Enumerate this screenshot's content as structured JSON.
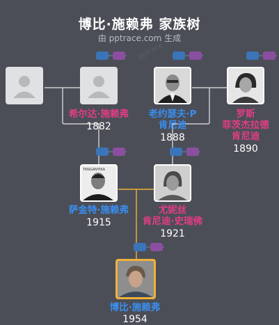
{
  "header": {
    "title": "博比·施赖弗 家族树",
    "subtitle": "由 pptrace.com 生成",
    "watermark": "pptrace"
  },
  "colors": {
    "female": "#e23d86",
    "male": "#3a8ef0",
    "focus_border": "#f0b23a",
    "background": "#4b4e56"
  },
  "people": {
    "p1": {
      "name": [
        ""
      ],
      "year": "",
      "photo": "placeholder-avatar-icon"
    },
    "p2": {
      "name": [
        "希尔达·施赖弗"
      ],
      "year": "1882",
      "photo": "placeholder-avatar-icon"
    },
    "p3": {
      "name": [
        "老约瑟夫·P",
        "肯尼迪"
      ],
      "year": "1888",
      "photo": "portrait-photo"
    },
    "p4": {
      "name": [
        "罗斯",
        "菲茨杰拉德",
        "肯尼迪"
      ],
      "year": "1890",
      "photo": "portrait-photo"
    },
    "p5": {
      "name": [
        "萨金特·施赖弗"
      ],
      "year": "1915",
      "photo": "portrait-photo",
      "photo_caption": "TANGANYIKA"
    },
    "p6": {
      "name": [
        "尤妮丝",
        "肯尼迪·史瑞佛"
      ],
      "year": "1921",
      "photo": "portrait-photo"
    },
    "p7": {
      "name": [
        "博比·施赖弗"
      ],
      "year": "1954",
      "photo": "portrait-photo"
    }
  }
}
